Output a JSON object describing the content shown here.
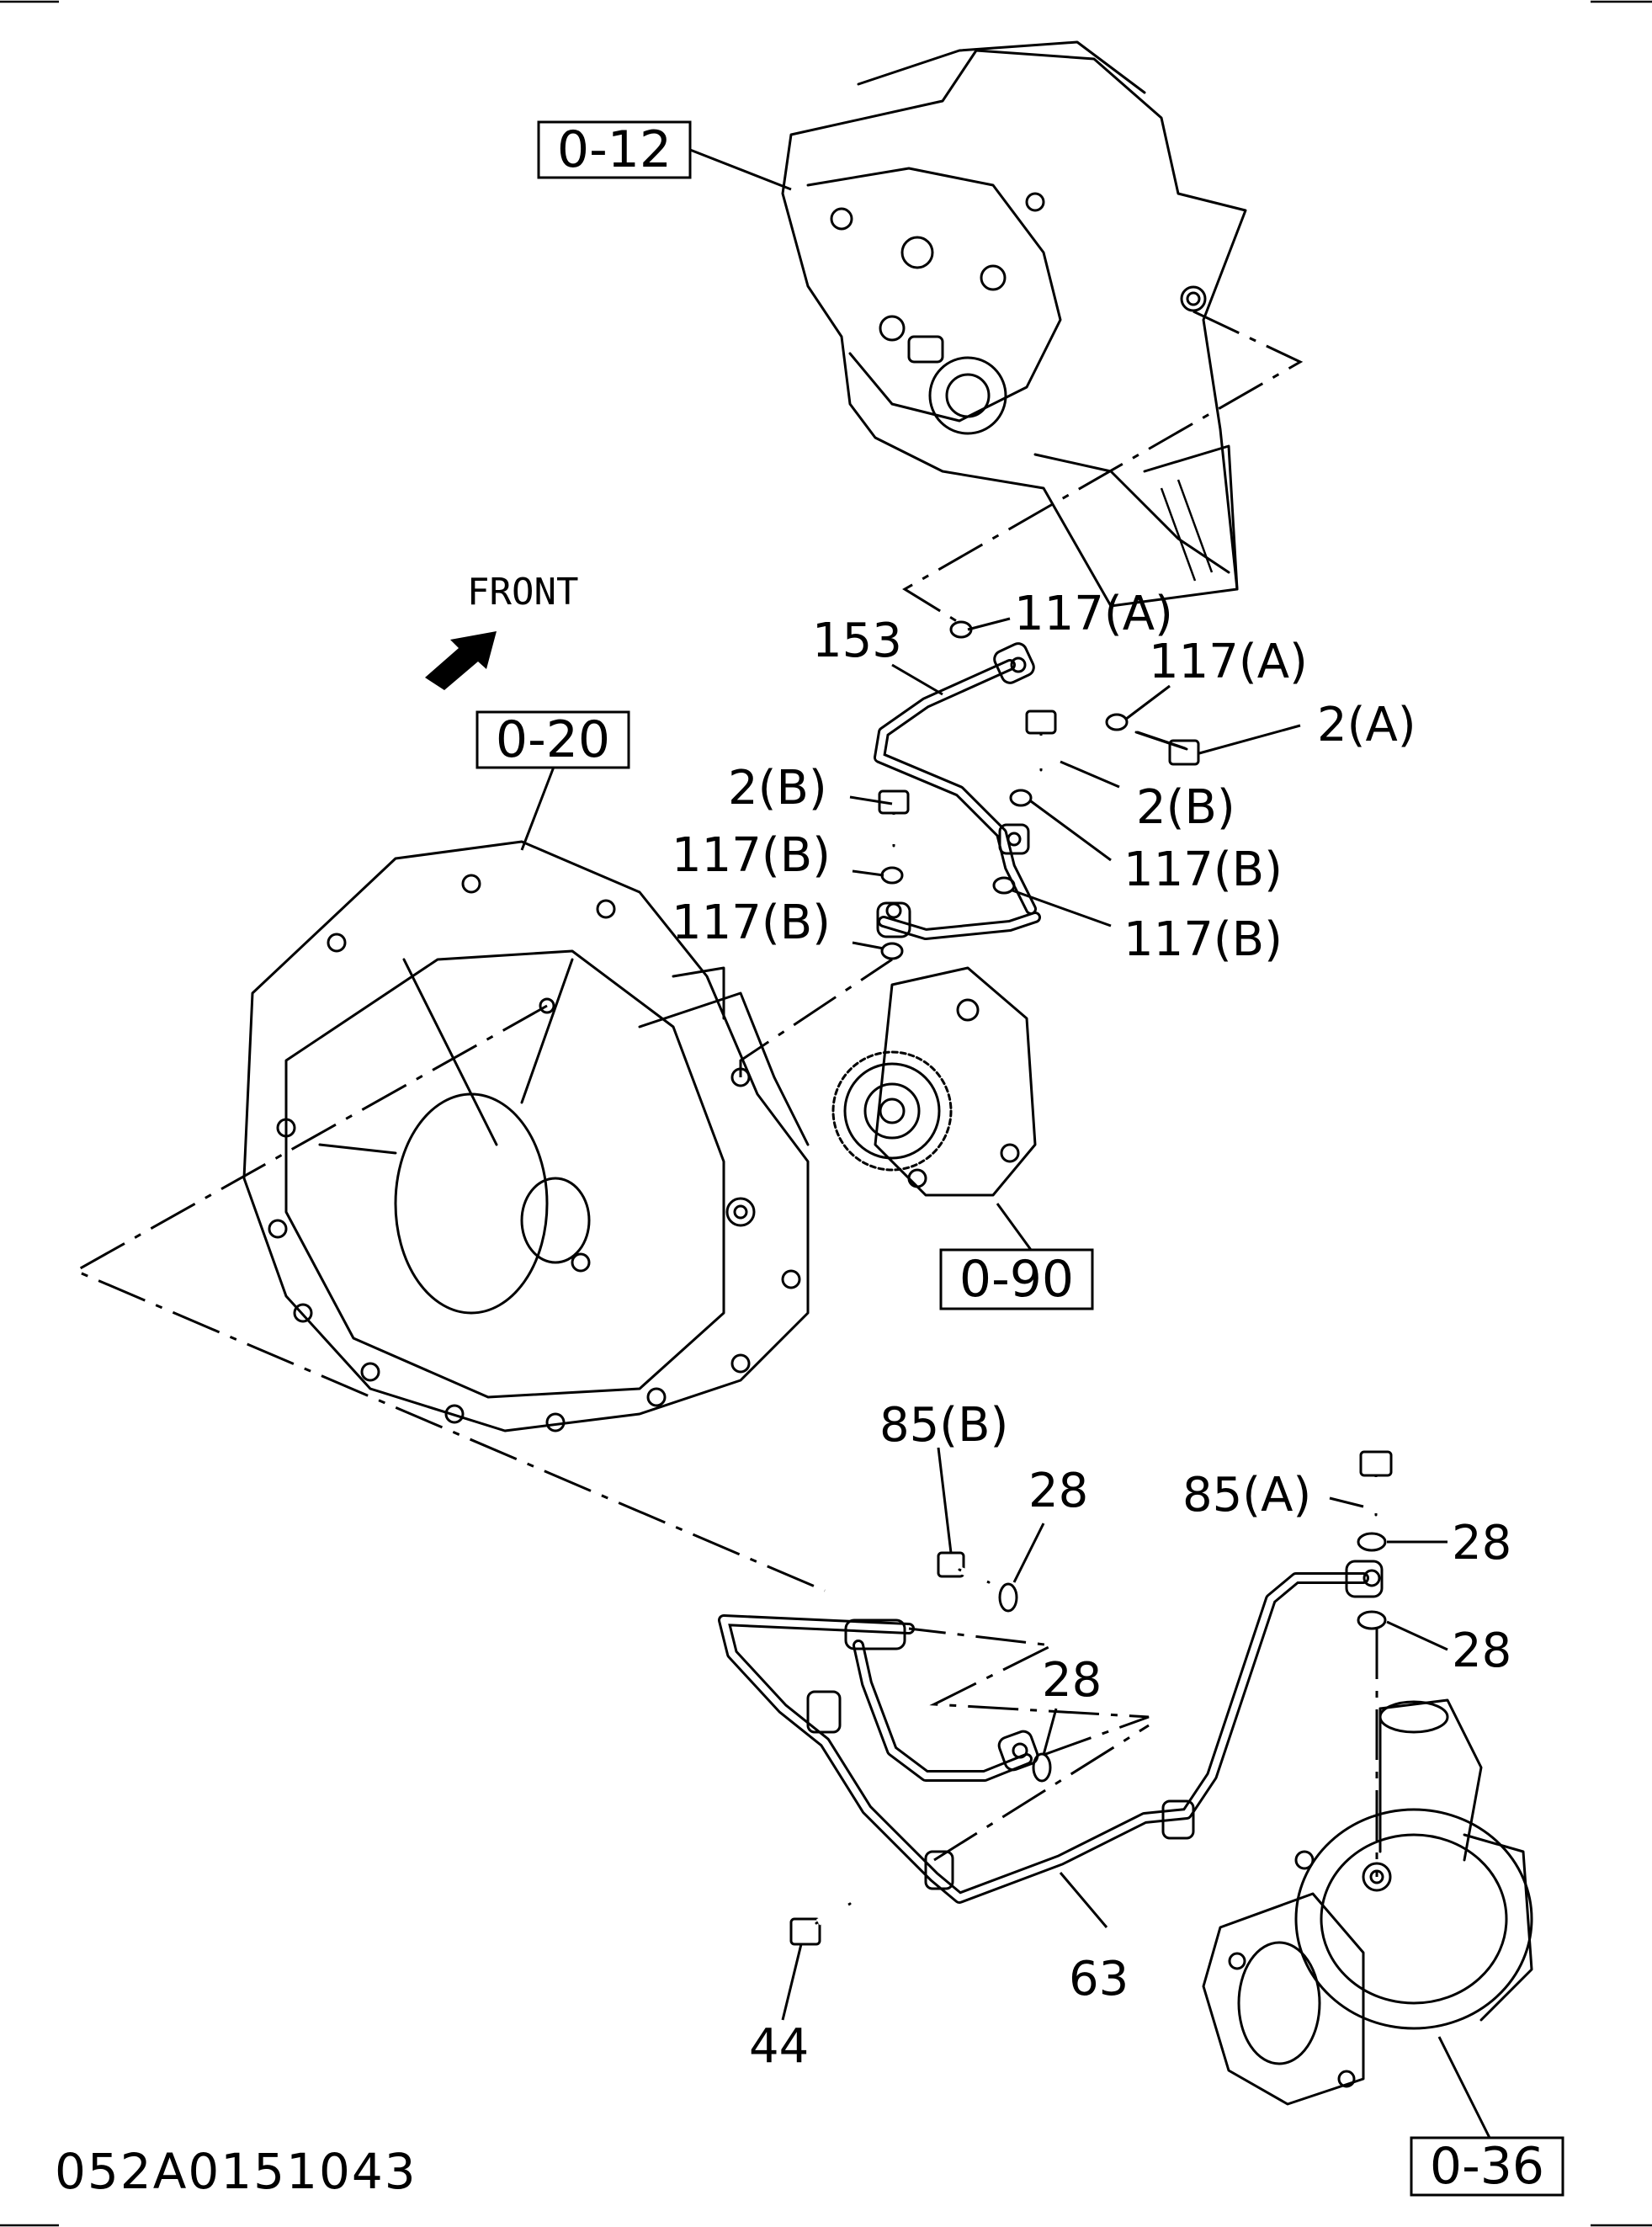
{
  "front_label": "FRONT",
  "diagram_code": "052A0151043",
  "reference_boxes": {
    "ref_012": "0-12",
    "ref_020": "0-20",
    "ref_090": "0-90",
    "ref_036": "0-36"
  },
  "callouts": {
    "c117a_1": "117(A)",
    "c153": "153",
    "c117a_2": "117(A)",
    "c2a": "2(A)",
    "c2b_left": "2(B)",
    "c2b_right": "2(B)",
    "c117b_1": "117(B)",
    "c117b_2": "117(B)",
    "c117b_3": "117(B)",
    "c117b_4": "117(B)",
    "c85b": "85(B)",
    "c28_1": "28",
    "c85a": "85(A)",
    "c28_2": "28",
    "c28_3": "28",
    "c28_4": "28",
    "c63": "63",
    "c44": "44"
  }
}
